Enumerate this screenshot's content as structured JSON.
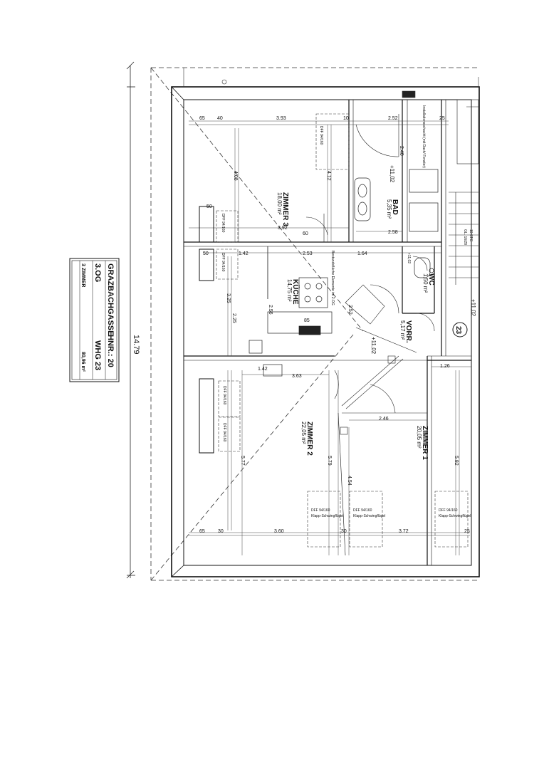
{
  "overall_dimension": "14.79",
  "title_block": {
    "street": "GRAZBACHGASSE",
    "house_label": "HNR.: 20",
    "floor": "3.OG",
    "unit_label": "WHG 23",
    "rooms": "3 ZIMMER",
    "area": "80,96 m²"
  },
  "unit_marker": "23",
  "rooms": [
    {
      "name": "ZIMMER 3",
      "area": "18,00 m²"
    },
    {
      "name": "BAD",
      "area": "5,35 m²"
    },
    {
      "name": "WC",
      "area": "1,50 m²"
    },
    {
      "name": "KÜCHE",
      "area": "14,75 m²"
    },
    {
      "name": "VORR.",
      "area": "5,17 m²"
    },
    {
      "name": "ZIMMER 2",
      "area": "22,05 m²"
    },
    {
      "name": "ZIMMER 1",
      "area": "20,05 m²"
    }
  ],
  "levels": {
    "bad": "+11,02",
    "vorr": "+11,02",
    "right": "+11,02",
    "hall": "+11,02"
  },
  "dimensions": {
    "top_65": "65",
    "top_40": "40",
    "top_393": "3.93",
    "top_10": "10",
    "top_252": "2.52",
    "top_25": "25",
    "zim3_392": "3.92",
    "zim3_60": "60",
    "zim3_50": "50",
    "mid_50": "50",
    "mid_142": "1.42",
    "mid_253": "2.53",
    "mid_164": "1.64",
    "mid_258": "2.58",
    "v_408": "4.08",
    "v_412": "4.12",
    "v_325": "3.25",
    "v_225": "2.25",
    "v_256": "2.56",
    "v_252": "2.52",
    "v_240": "2.40",
    "k_85": "85",
    "k_142": "1.42",
    "k_363": "3.63",
    "k_126": "1.26",
    "z2_577": "5.77",
    "z2_579": "5.79",
    "z2_454": "4.54",
    "z2_582": "5.82",
    "z2_246": "2.46",
    "bot_65": "65",
    "bot_30a": "30",
    "bot_360": "3.60",
    "bot_30b": "30",
    "bot_372": "3.72",
    "bot_25": "25"
  },
  "window_label": "DFF 94/160",
  "window_sub": "Klapp-Schwingflügel",
  "kitchen_note": "Bestandsfläche Elemente im 2.OG",
  "stair_label": "19 STG",
  "stair_sub": "GL. 16/28",
  "installation_note": "Installationsschacht (mit Dach/ Fenster)"
}
